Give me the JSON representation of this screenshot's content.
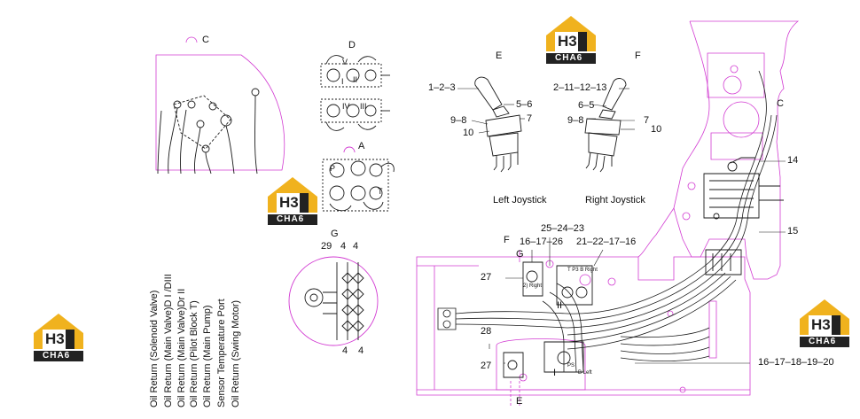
{
  "views": {
    "c": "C",
    "d": "D",
    "a": "A",
    "g": "G",
    "e": "E",
    "f": "F",
    "c_right": "C",
    "f_bottom": "F",
    "g_bottom": "G",
    "e_bottom": "E"
  },
  "joysticks": {
    "left_title": "Left Joystick",
    "right_title": "Right Joystick",
    "left_parts": {
      "top": "1–2–3",
      "mid": "5–6",
      "lower_l": "9–8",
      "lower_r": "7",
      "bottom": "10"
    },
    "right_parts": {
      "top": "2–11–12–13",
      "mid": "6–5",
      "lower_l": "9–8",
      "lower_r": "7",
      "bottom": "10"
    }
  },
  "callouts": {
    "n29": "29",
    "n4a": "4",
    "n4b": "4",
    "n4c": "4",
    "n4d": "4",
    "n14": "14",
    "n15": "15",
    "n25_24_23": "25–24–23",
    "n16_17_26": "16–17–26",
    "n21_22_17_16": "21–22–17–16",
    "n27a": "27",
    "n27b": "27",
    "n28": "28",
    "n16_20": "16–17–18–19–20"
  },
  "small_marks": {
    "roman_v": "V",
    "roman_ii": "II",
    "roman_i": "I",
    "roman_iv": "IV",
    "roman_iii": "III",
    "p": "P",
    "t": "T",
    "pilot": "II",
    "pilot_i": "I",
    "right_tag": "2) Right",
    "p3_mark": "T P3 B Right",
    "ps": "PS",
    "ps_left": "B Left"
  },
  "legend": [
    "Oil Return (Solenoid Valve)",
    "Oil Return (Main Valve)D I /DIII",
    "Oil Return (Main Valve)Dr II",
    "Oil Return (Pilot Block T)",
    "Oil Return (Main Pump)",
    "Sensor Temperature Port",
    "Oil Return (Swing Motor)"
  ],
  "logo": {
    "mark": "H3",
    "text": "CHA6",
    "colors": {
      "gold": "#f0b21e",
      "dark": "#222222"
    }
  },
  "colors": {
    "magenta": "#d23cd2",
    "line": "#1a1a1a"
  }
}
